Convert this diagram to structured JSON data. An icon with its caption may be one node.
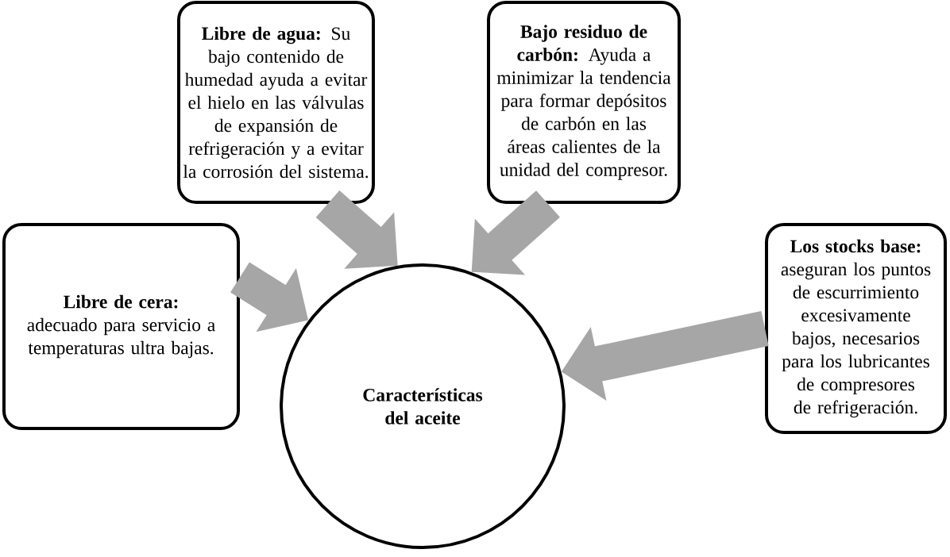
{
  "diagram": {
    "nodes": [
      {
        "text": [
          "**Libre de agua:** Su bajo contenido de humedad ayuda a evitar el hielo en las válvulas de expansión de refrigeración y a evitar la corrosión del sistema."
        ]
      },
      {
        "text": [
          "**Bajo residuo de carbón:** Ayuda a minimizar la tendencia para formar depósitos de carbón en las áreas calientes de la unidad del compresor."
        ]
      },
      {
        "text": [
          "Libre de cera:",
          "adecuado para servicio a temperaturas ultra bajas."
        ]
      },
      {
        "text": [
          "Los stocks base:",
          "aseguran los puntos de escurrimiento excesivamente bajos, necesarios para los lubricantes de compresores de refrigeración."
        ]
      },
      {
        "text": [
          "Características del aceite"
        ]
      }
    ],
    "edges": [
      {
        "from": 0,
        "to": 4,
        "arrow": "to"
      },
      {
        "from": 1,
        "to": 4,
        "arrow": "to"
      },
      {
        "from": 2,
        "to": 4,
        "arrow": "to"
      },
      {
        "from": 3,
        "to": 4,
        "arrow": "to"
      }
    ]
  }
}
